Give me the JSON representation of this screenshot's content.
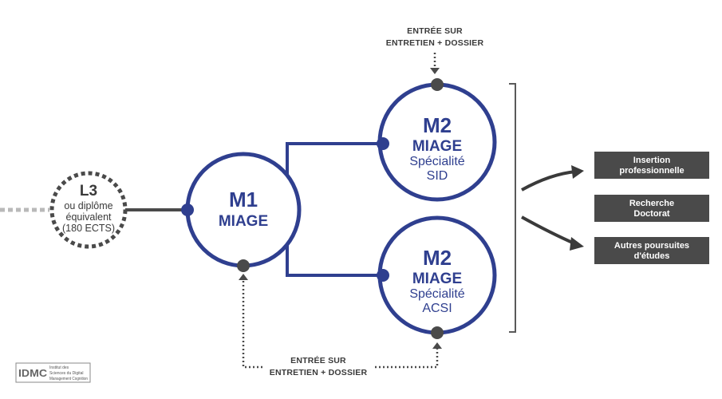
{
  "l3": {
    "title": "L3",
    "line1": "ou diplôme",
    "line2": "équivalent",
    "line3": "(180 ECTS)"
  },
  "m1": {
    "title": "M1",
    "program": "MIAGE"
  },
  "m2_sid": {
    "title": "M2",
    "program": "MIAGE",
    "specialty_label": "Spécialité",
    "specialty": "SID"
  },
  "m2_acsi": {
    "title": "M2",
    "program": "MIAGE",
    "specialty_label": "Spécialité",
    "specialty": "ACSI"
  },
  "entry_top": {
    "line1": "ENTRÉE SUR",
    "line2": "ENTRETIEN + DOSSIER"
  },
  "entry_bottom": {
    "line1": "ENTRÉE SUR",
    "line2": "ENTRETIEN + DOSSIER"
  },
  "outcomes": [
    {
      "line1": "Insertion",
      "line2": "professionnelle"
    },
    {
      "line1": "Recherche",
      "line2": "Doctorat"
    },
    {
      "line1": "Autres poursuites",
      "line2": "d'études"
    }
  ],
  "logo": {
    "mark": "IDMC",
    "line1": "Institut des",
    "line2": "Sciences du Digital",
    "line3": "Management Cognition"
  },
  "colors": {
    "circle": "#2f3f8f",
    "connector_dot": "#3a3a3a",
    "box_fill": "#4a4a4a",
    "dashed": "#3a3a3a"
  }
}
